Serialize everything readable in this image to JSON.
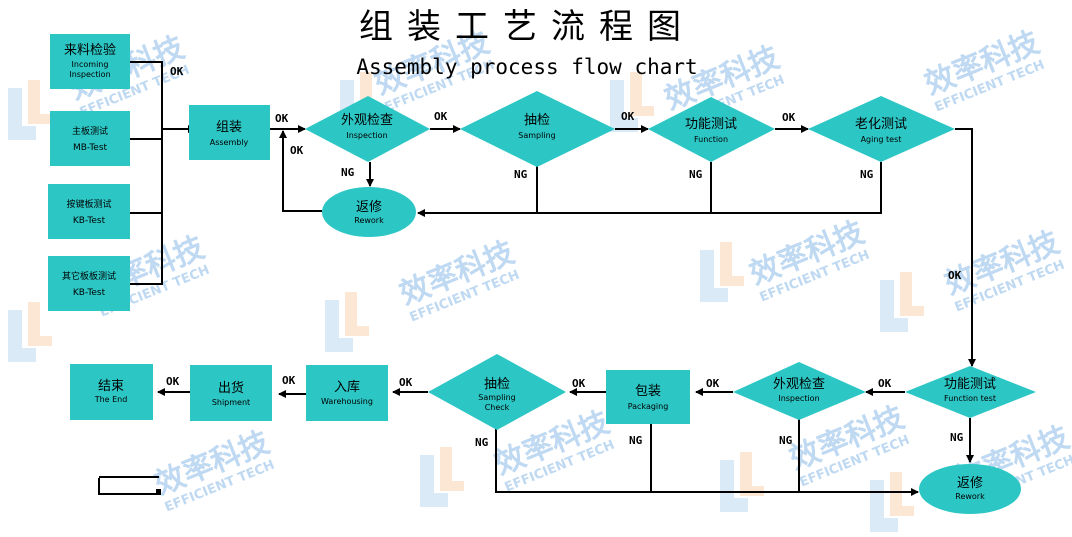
{
  "title": "组装工艺流程图",
  "subtitle": "Assembly process flow chart",
  "watermark": {
    "cn": "效率科技",
    "en": "EFFICIENT TECH"
  },
  "colors": {
    "node": "#2cc7c5",
    "watermark_blue": "#a9ccec",
    "watermark_orange": "#f8c79b"
  },
  "labels": {
    "ok": "OK",
    "ng": "NG"
  },
  "nodes": {
    "incoming": {
      "cn": "来料检验",
      "en1": "Incoming",
      "en2": "Inspection"
    },
    "mb_test": {
      "cn": "主板测试",
      "en": "MB-Test"
    },
    "kb_test1": {
      "cn": "按键板测试",
      "en": "KB-Test"
    },
    "kb_test2": {
      "cn": "其它板板测试",
      "en": "KB-Test"
    },
    "assembly": {
      "cn": "组装",
      "en": "Assembly"
    },
    "inspection1": {
      "cn": "外观检查",
      "en": "Inspection"
    },
    "sampling1": {
      "cn": "抽检",
      "en": "Sampling"
    },
    "function1": {
      "cn": "功能测试",
      "en": "Function"
    },
    "aging": {
      "cn": "老化测试",
      "en": "Aging test"
    },
    "rework1": {
      "cn": "返修",
      "en": "Rework"
    },
    "function2": {
      "cn": "功能测试",
      "en": "Function test"
    },
    "inspection2": {
      "cn": "外观检查",
      "en": "Inspection"
    },
    "packaging": {
      "cn": "包装",
      "en": "Packaging"
    },
    "sampling2": {
      "cn": "抽检",
      "en1": "Sampling",
      "en2": "Check"
    },
    "warehousing": {
      "cn": "入库",
      "en": "Warehousing"
    },
    "shipment": {
      "cn": "出货",
      "en": "Shipment"
    },
    "end": {
      "cn": "结束",
      "en": "The End"
    },
    "rework2": {
      "cn": "返修",
      "en": "Rework"
    }
  }
}
